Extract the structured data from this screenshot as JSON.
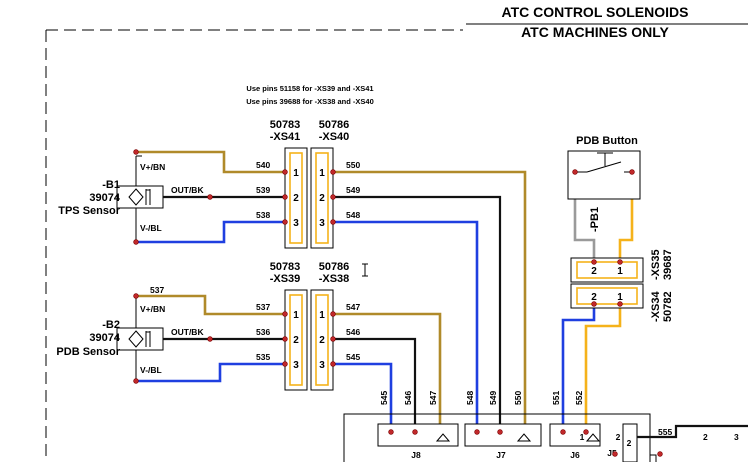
{
  "title": {
    "line1": "ATC CONTROL SOLENOIDS",
    "line2": "ATC MACHINES ONLY"
  },
  "note": {
    "line1": "Use pins 51158 for -XS39 and -XS41",
    "line2": "Use pins 39688 for -XS38 and -XS40"
  },
  "connectors": {
    "xs41": {
      "part": "50783",
      "name": "-XS41"
    },
    "xs40": {
      "part": "50786",
      "name": "-XS40"
    },
    "xs39": {
      "part": "50783",
      "name": "-XS39"
    },
    "xs38": {
      "part": "50786",
      "name": "-XS38"
    },
    "xs35": {
      "name": "-XS35",
      "part": "39687"
    },
    "xs34": {
      "name": "-XS34",
      "part": "50782"
    },
    "j8": "J8",
    "j7": "J7",
    "j6": "J6",
    "j5": "J5"
  },
  "pins": {
    "p1": "1",
    "p2": "2",
    "p3": "3"
  },
  "sensors": {
    "b1": {
      "ref": "-B1",
      "part": "39074",
      "name": "TPS Sensor"
    },
    "b2": {
      "ref": "-B2",
      "part": "39074",
      "name": "PDB Sensor"
    },
    "vplus": "V+/BN",
    "out": "OUT/BK",
    "vminus": "V-/BL"
  },
  "pdb_button": {
    "title": "PDB Button",
    "ref": "-PB1"
  },
  "wires": {
    "w540": "540",
    "w539": "539",
    "w538": "538",
    "w550": "550",
    "w549": "549",
    "w548": "548",
    "w537": "537",
    "w536": "536",
    "w535": "535",
    "w547": "547",
    "w546": "546",
    "w545": "545",
    "w551": "551",
    "w552": "552",
    "w555": "555"
  },
  "colors": {
    "tan": "#b08a2a",
    "black": "#111111",
    "blue": "#1f3fe0",
    "yellow": "#f5b21a",
    "gray": "#9a9a9a",
    "node": "#c0282a"
  }
}
